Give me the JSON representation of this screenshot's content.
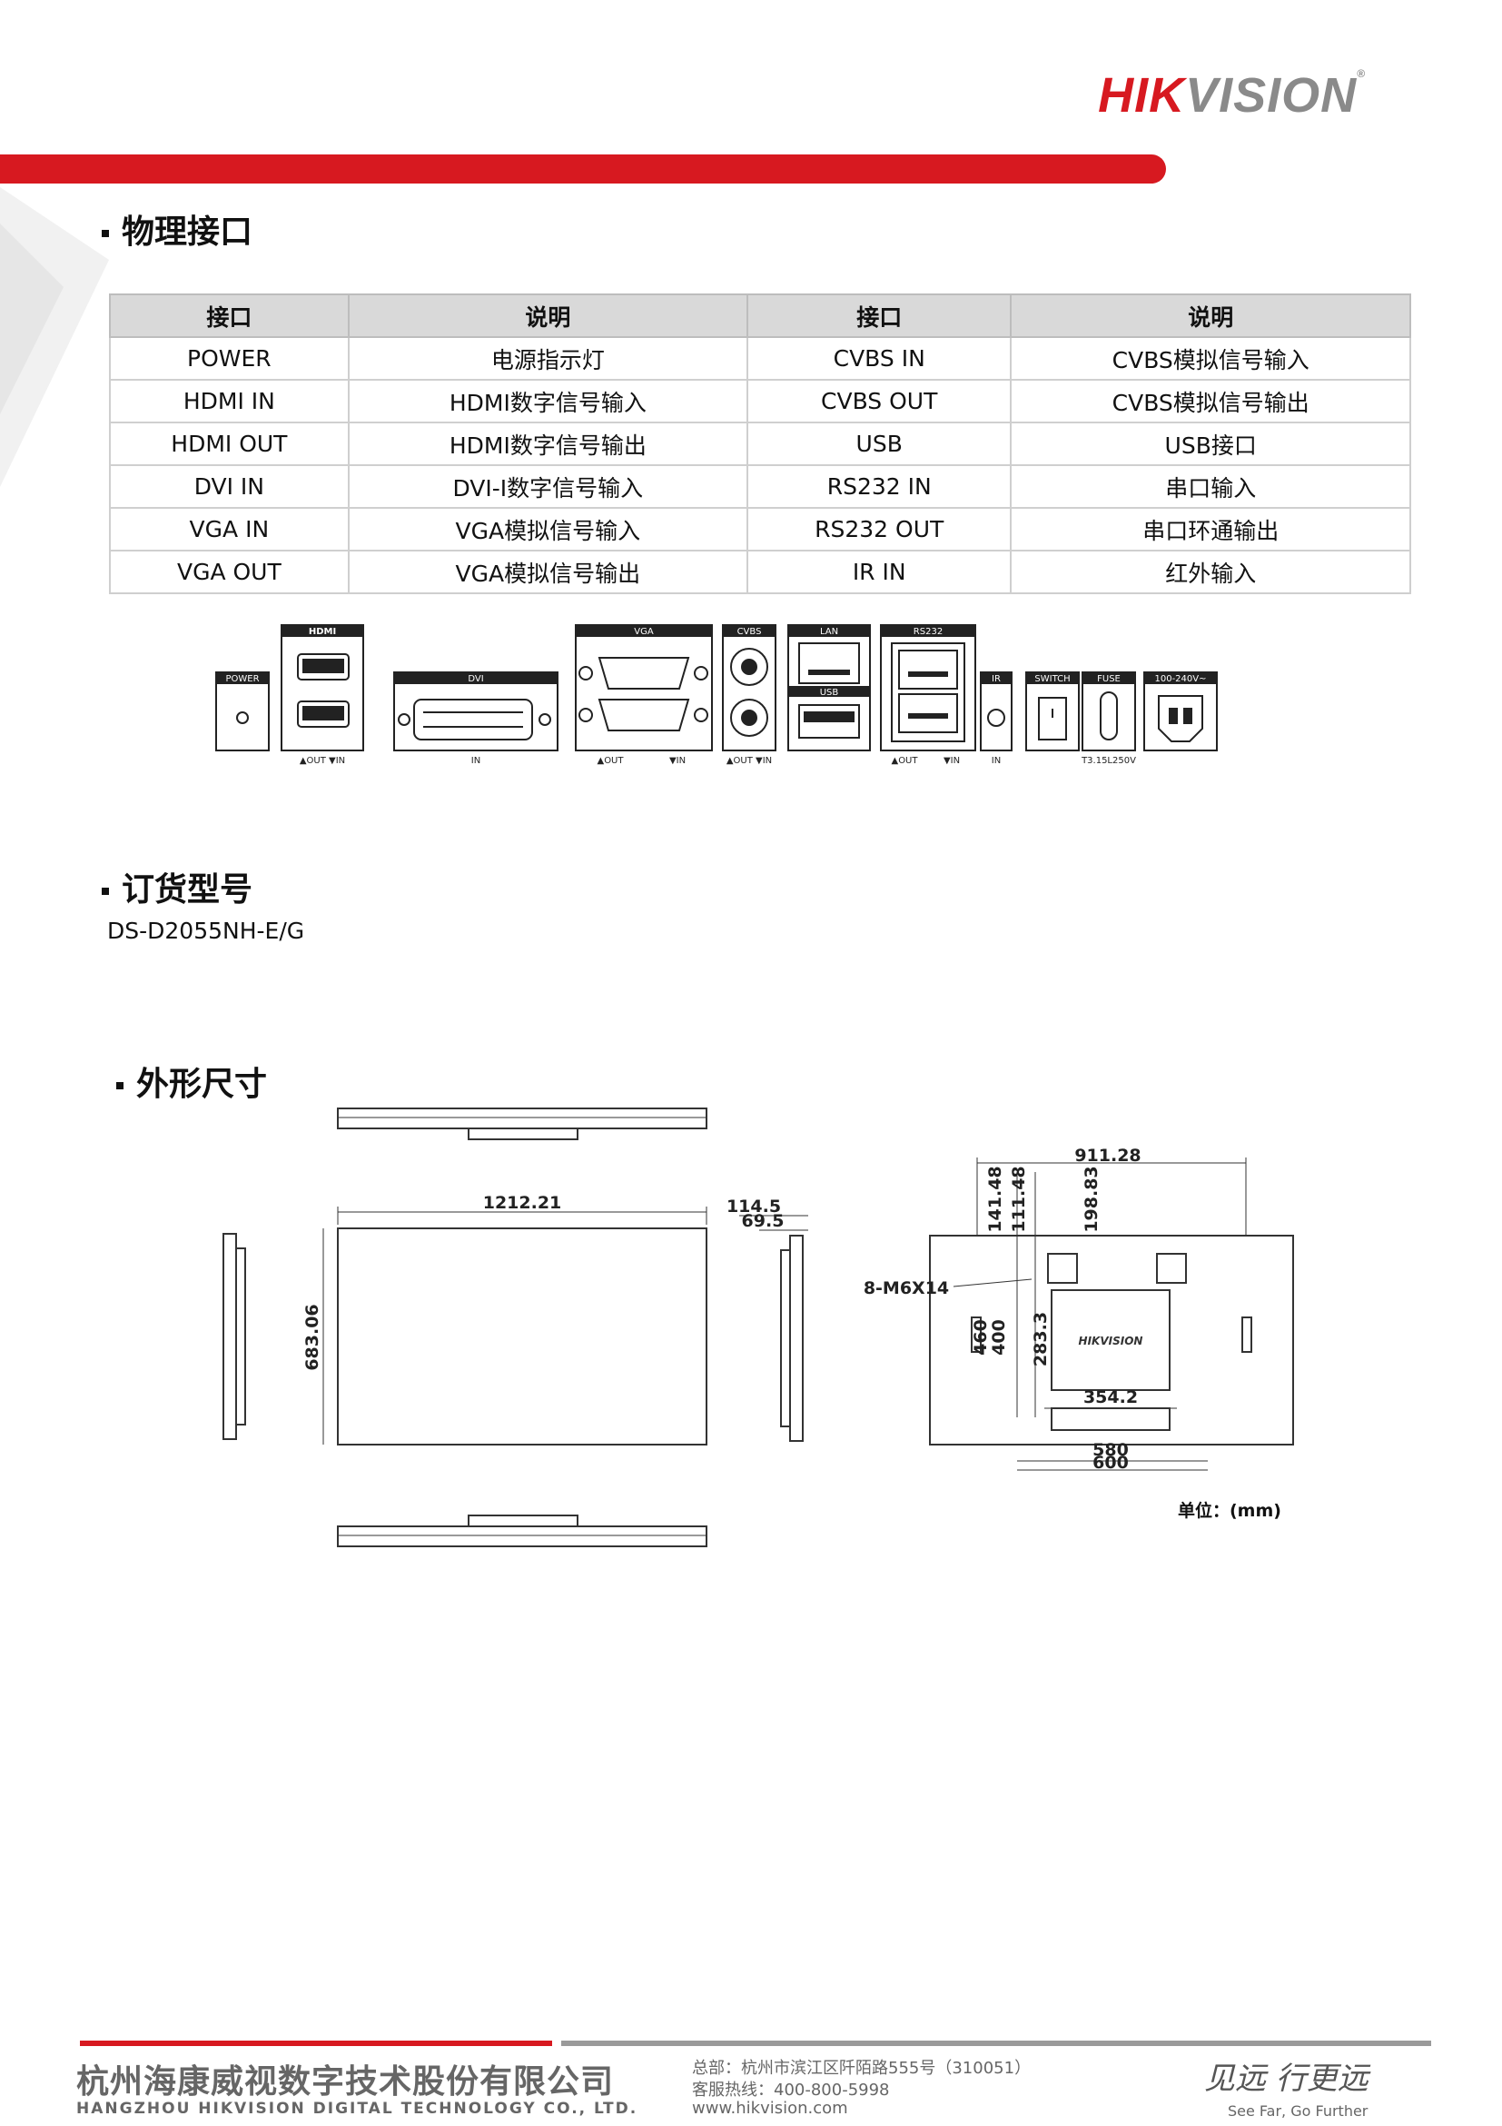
{
  "header": {
    "logo_part1": "HIK",
    "logo_part2": "VISION",
    "logo_reg": "®"
  },
  "sections": {
    "physical_ports": "物理接口",
    "order_model": "订货型号",
    "dimensions": "外形尺寸"
  },
  "ports_table": {
    "headers": [
      "接口",
      "说明",
      "接口",
      "说明"
    ],
    "rows": [
      [
        "POWER",
        "电源指示灯",
        "CVBS IN",
        "CVBS模拟信号输入"
      ],
      [
        "HDMI IN",
        "HDMI数字信号输入",
        "CVBS OUT",
        "CVBS模拟信号输出"
      ],
      [
        "HDMI OUT",
        "HDMI数字信号输出",
        "USB",
        "USB接口"
      ],
      [
        "DVI IN",
        "DVI-I数字信号输入",
        "RS232 IN",
        "串口输入"
      ],
      [
        "VGA IN",
        "VGA模拟信号输入",
        "RS232 OUT",
        "串口环通输出"
      ],
      [
        "VGA OUT",
        "VGA模拟信号输出",
        "IR IN",
        "红外输入"
      ]
    ]
  },
  "port_panel": {
    "power": "POWER",
    "hdmi": "HDMI",
    "hdmi_sub": "▲OUT  ▼IN",
    "dvi": "DVI",
    "dvi_sub": "IN",
    "vga": "VGA",
    "vga_sub1": "▲OUT",
    "vga_sub2": "▼IN",
    "cvbs": "CVBS",
    "cvbs_sub": "▲OUT  ▼IN",
    "lan": "LAN",
    "usb": "USB",
    "rs232": "RS232",
    "rs232_sub1": "▲OUT",
    "rs232_sub2": "▼IN",
    "ir": "IR",
    "ir_sub": "IN",
    "switch": "SWITCH",
    "fuse": "FUSE",
    "fuse_sub": "T3.15L250V",
    "ac": "100-240V~"
  },
  "order_model_value": "DS-D2055NH-E/G",
  "dimensions": {
    "width": "1212.21",
    "height": "683.06",
    "depth_total": "114.5",
    "depth_body": "69.5",
    "rear_width": "911.28",
    "d1": "141.48",
    "d2": "111.48",
    "d3": "198.83",
    "screws": "8-M6X14",
    "v460": "460",
    "v400": "400",
    "v2833": "283.3",
    "h3542": "354.2",
    "h580": "580",
    "h600": "600",
    "rear_logo": "HIKVISION",
    "unit": "单位：(mm)"
  },
  "footer": {
    "company_cn": "杭州海康威视数字技术股份有限公司",
    "company_en": "HANGZHOU HIKVISION DIGITAL TECHNOLOGY CO., LTD.",
    "hq": "总部：杭州市滨江区阡陌路555号（310051）",
    "hotline": "客服热线：400-800-5998",
    "web": "www.hikvision.com",
    "slogan_cn": "见远 行更远",
    "slogan_en": "See Far, Go Further"
  }
}
